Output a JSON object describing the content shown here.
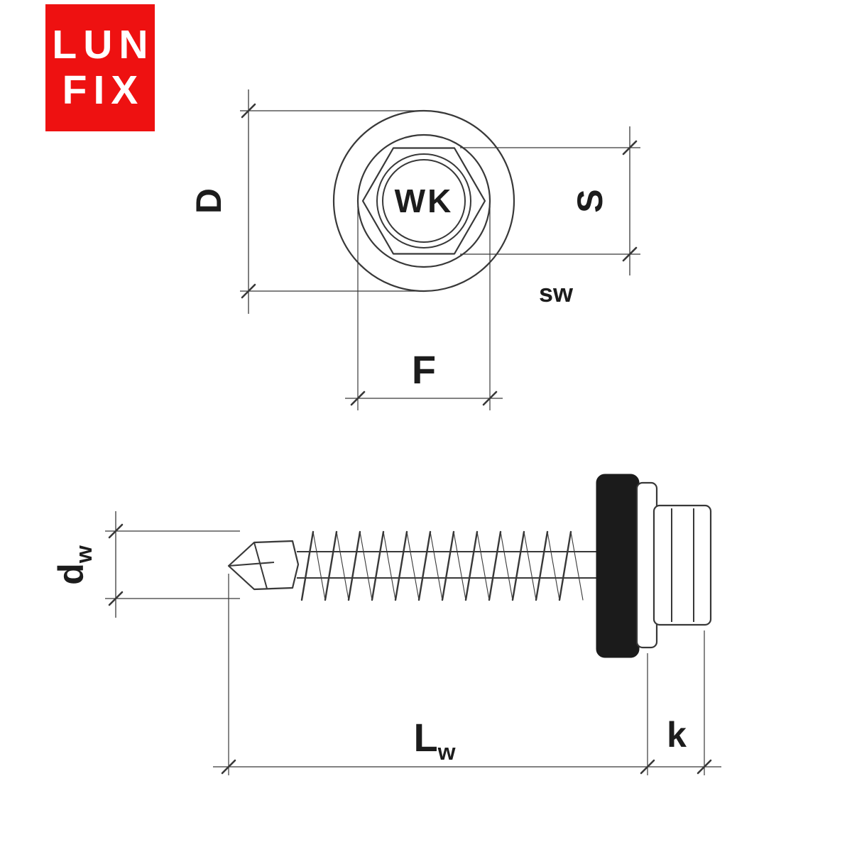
{
  "logo": {
    "line1": "LUN",
    "line2": "FIX"
  },
  "colors": {
    "logo_bg": "#ee1111",
    "logo_fg": "#ffffff",
    "line": "#383838",
    "seal": "#1b1b1b"
  },
  "top_view": {
    "head_marking": "WK",
    "dims": {
      "washer_diameter": "D",
      "across_flats": "S",
      "wrench_note": "sw",
      "flange_diameter": "F"
    }
  },
  "side_view": {
    "dims": {
      "thread_diameter_main": "d",
      "thread_diameter_sub": "w",
      "length_main": "L",
      "length_sub": "w",
      "head_height": "k"
    }
  }
}
